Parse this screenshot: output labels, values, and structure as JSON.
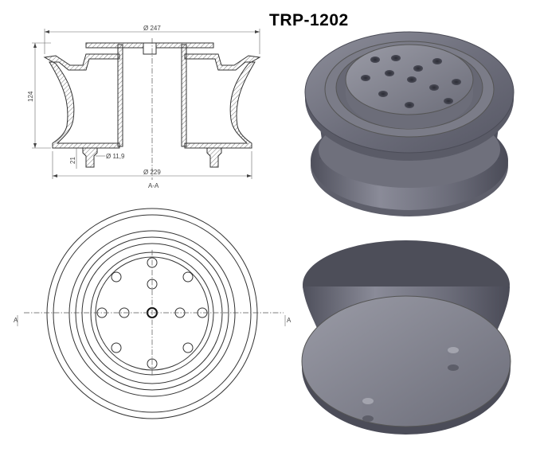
{
  "title": "TRP-1202",
  "dimensions": {
    "outer_diameter": "Ø 247",
    "base_diameter": "Ø 229",
    "height": "124",
    "pin_height": "21",
    "pin_diameter": "Ø 11,9"
  },
  "section_label": "A-A",
  "cut_markers": {
    "left": "A",
    "right": "A"
  }
}
